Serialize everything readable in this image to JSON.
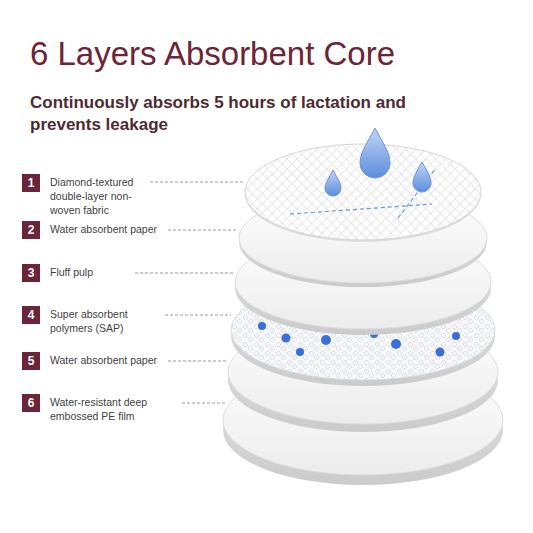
{
  "diagram": {
    "title": "6 Layers Absorbent Core",
    "caption": "Continuously absorbs 5 hours of lactation and prevents leakage",
    "nodes": [
      {
        "text": [
          "1",
          "Diamond-textured double-layer non-woven fabric"
        ]
      },
      {
        "text": [
          "2",
          "Water absorbent paper"
        ]
      },
      {
        "text": [
          "3",
          "Fluff pulp"
        ]
      },
      {
        "text": [
          "4",
          "Super absorbent polymers (SAP)"
        ]
      },
      {
        "text": [
          "5",
          "Water absorbent paper"
        ]
      },
      {
        "text": [
          "6",
          "Water-resistant deep embossed PE film"
        ]
      }
    ]
  }
}
